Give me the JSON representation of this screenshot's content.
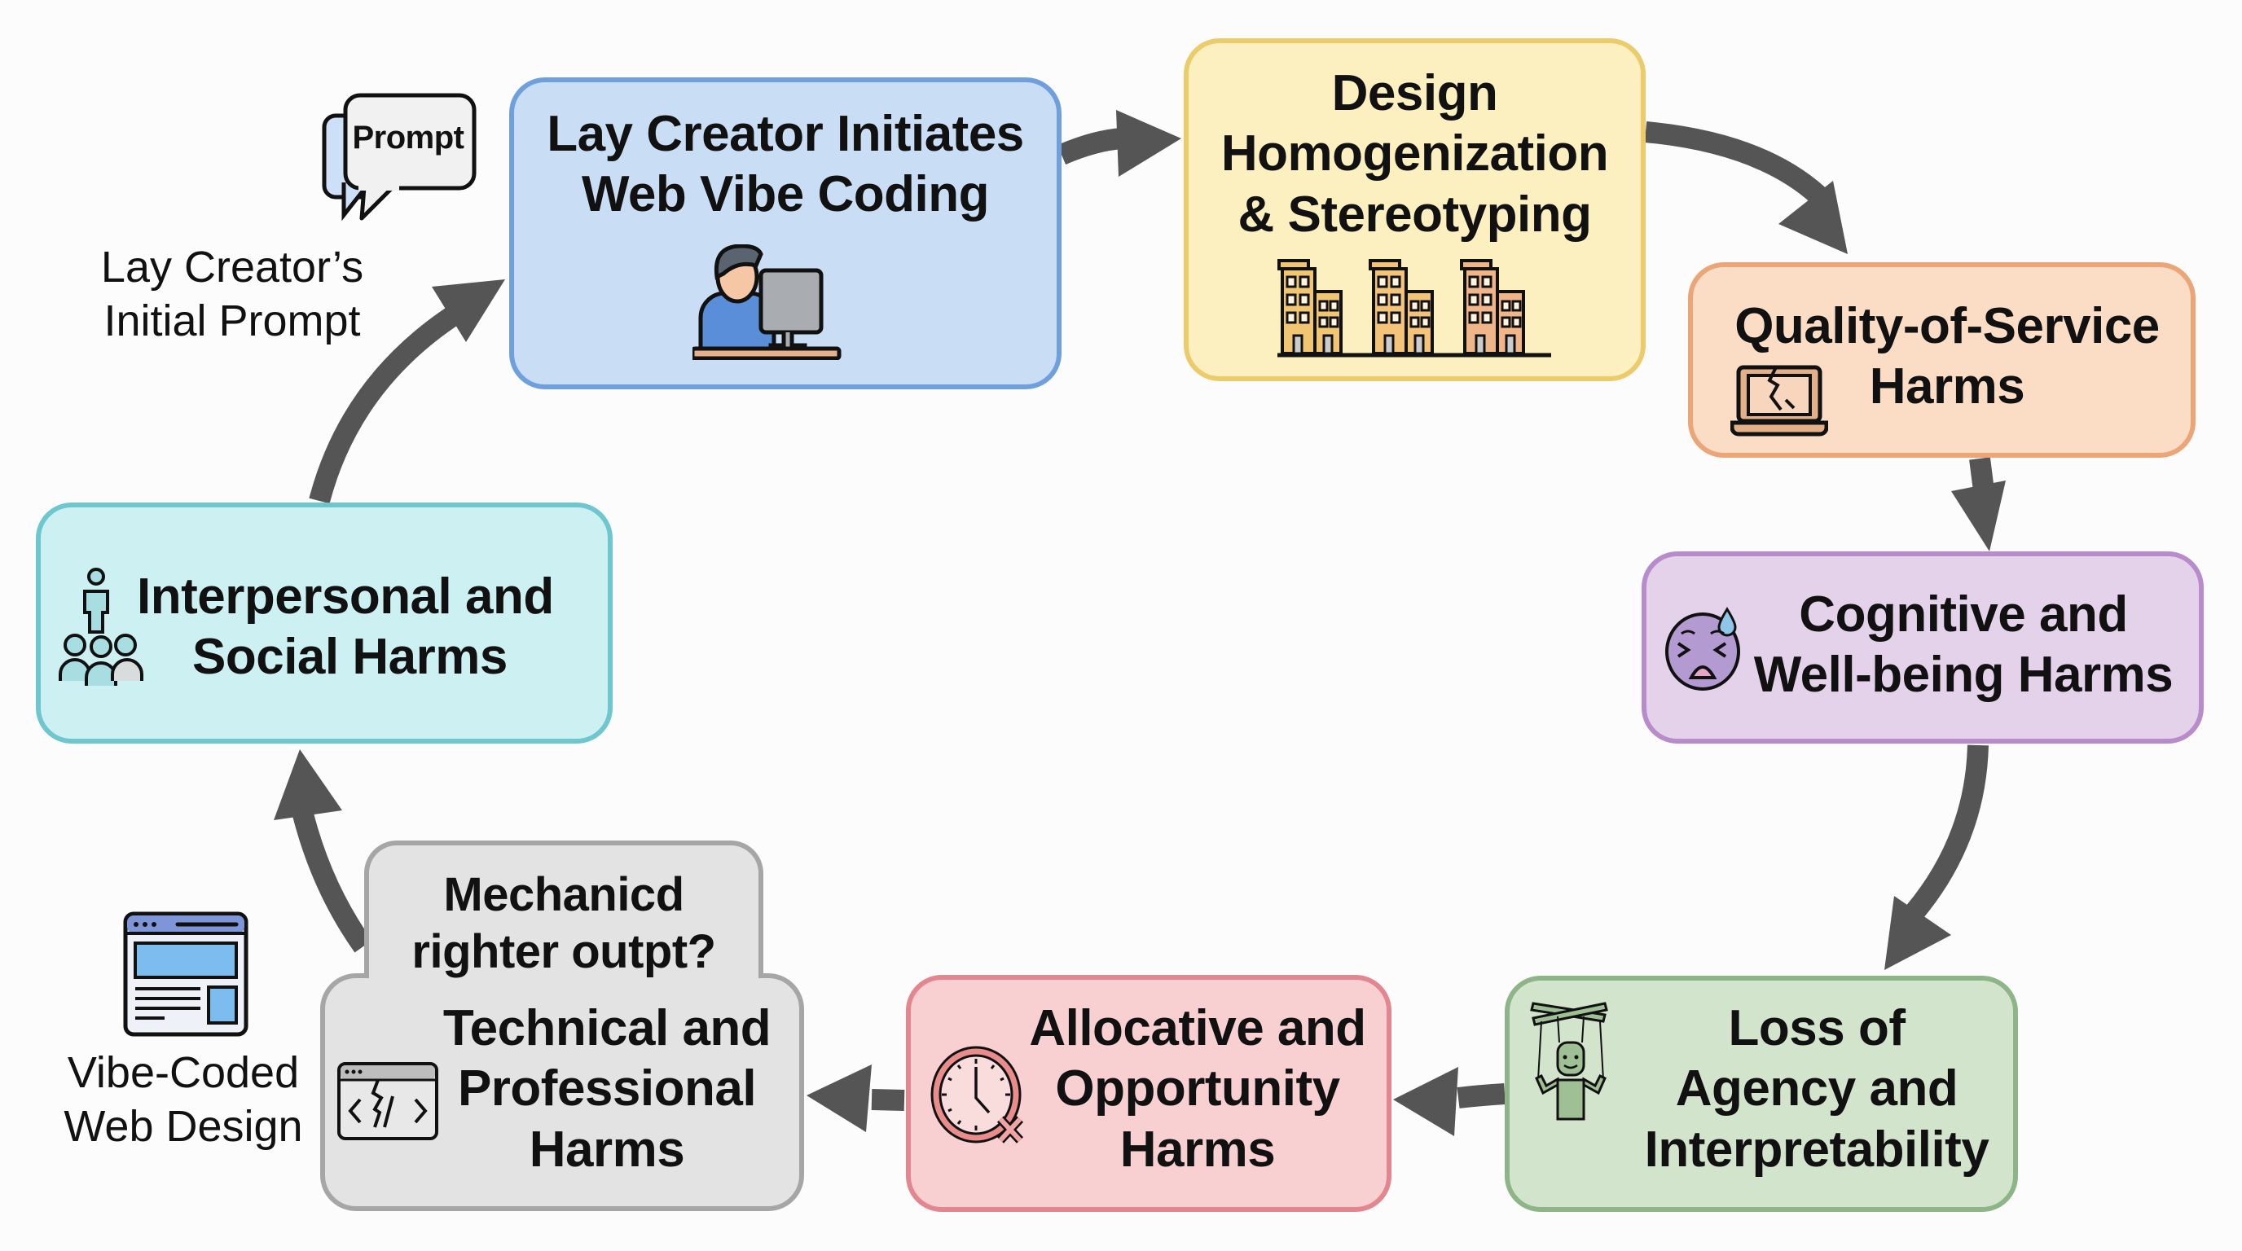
{
  "diagram": {
    "type": "cyclic-flow",
    "arrow_color": "#555555",
    "start_annotation": {
      "icon": "prompt-speech-bubble-icon",
      "bubble_text": "Prompt",
      "label_lines": [
        "Lay Creator’s",
        "Initial Prompt"
      ]
    },
    "side_annotation": {
      "icon": "web-page-layout-icon",
      "label_lines": [
        "Vibe-Coded",
        "Web Design"
      ]
    },
    "nodes": [
      {
        "id": "lay-creator",
        "icon": "person-at-computer-icon",
        "lines": [
          "Lay Creator Initiates",
          "Web Vibe Coding"
        ],
        "fill": "#c9ddf5",
        "border": "#6f9fdc"
      },
      {
        "id": "design-homogenization",
        "icon": "identical-buildings-icon",
        "lines": [
          "Design",
          "Homogenization",
          "& Stereotyping"
        ],
        "fill": "#fcefc0",
        "border": "#eccb6a"
      },
      {
        "id": "quality-of-service",
        "icon": "broken-laptop-icon",
        "lines": [
          "Quality-of-Service",
          "Harms"
        ],
        "fill": "#fbdcc4",
        "border": "#eba577"
      },
      {
        "id": "cognitive-wellbeing",
        "icon": "distressed-face-icon",
        "lines": [
          "Cognitive and",
          "Well-being Harms"
        ],
        "fill": "#e4d2ea",
        "border": "#b88ccb"
      },
      {
        "id": "loss-of-agency",
        "icon": "puppet-on-strings-icon",
        "lines": [
          "Loss of",
          "Agency and",
          "Interpretability"
        ],
        "fill": "#d3e4cc",
        "border": "#8db587"
      },
      {
        "id": "allocative-opportunity",
        "icon": "clock-with-x-icon",
        "lines": [
          "Allocative and",
          "Opportunity",
          "Harms"
        ],
        "fill": "#f8d0d2",
        "border": "#e2868f"
      },
      {
        "id": "technical-professional",
        "icon": "broken-code-window-icon",
        "tab_lines": [
          "Mechanicd",
          "righter outpt?"
        ],
        "lines": [
          "Technical and",
          "Professional",
          "Harms"
        ],
        "fill": "#e3e3e3",
        "border": "#a6a6a6"
      },
      {
        "id": "interpersonal-social",
        "icon": "people-group-icon",
        "lines": [
          "Interpersonal and",
          "Social Harms"
        ],
        "fill": "#cdf1f2",
        "border": "#6ec6cf"
      }
    ],
    "edges": [
      {
        "from": "lay-creator",
        "to": "design-homogenization"
      },
      {
        "from": "design-homogenization",
        "to": "quality-of-service"
      },
      {
        "from": "quality-of-service",
        "to": "cognitive-wellbeing"
      },
      {
        "from": "cognitive-wellbeing",
        "to": "loss-of-agency"
      },
      {
        "from": "loss-of-agency",
        "to": "allocative-opportunity"
      },
      {
        "from": "allocative-opportunity",
        "to": "technical-professional"
      },
      {
        "from": "technical-professional",
        "to": "interpersonal-social"
      },
      {
        "from": "interpersonal-social",
        "to": "lay-creator"
      }
    ]
  }
}
